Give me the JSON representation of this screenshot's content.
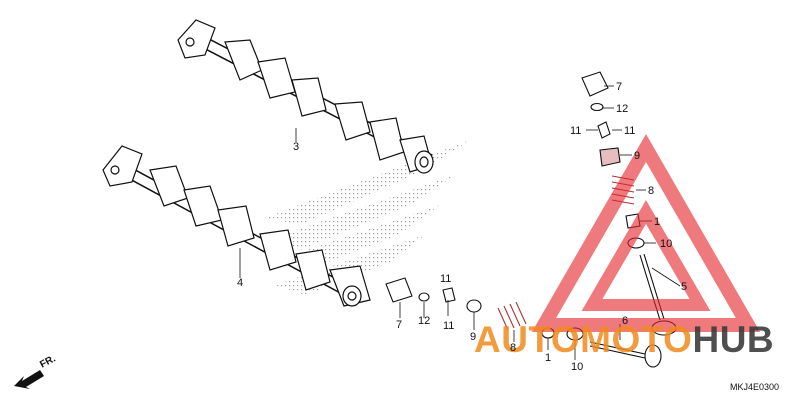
{
  "diagram": {
    "part_code": "MKJ4E0300",
    "front_label": "FR.",
    "callouts": [
      {
        "id": "upper-camshaft",
        "text": "3"
      },
      {
        "id": "lower-camshaft",
        "text": "4"
      },
      {
        "id": "tappet-top",
        "text": "7"
      },
      {
        "id": "shim-top",
        "text": "12"
      },
      {
        "id": "cotter-left-top",
        "text": "11"
      },
      {
        "id": "cotter-right-top",
        "text": "11"
      },
      {
        "id": "retainer-top",
        "text": "9"
      },
      {
        "id": "spring-top",
        "text": "8"
      },
      {
        "id": "seal-top",
        "text": "1"
      },
      {
        "id": "seat-top",
        "text": "10"
      },
      {
        "id": "valve-top",
        "text": "5"
      },
      {
        "id": "tappet-bottom",
        "text": "7"
      },
      {
        "id": "shim-bottom",
        "text": "12"
      },
      {
        "id": "cotter-a-bottom",
        "text": "11"
      },
      {
        "id": "cotter-b-bottom",
        "text": "11"
      },
      {
        "id": "retainer-bottom",
        "text": "9"
      },
      {
        "id": "spring-bottom",
        "text": "8"
      },
      {
        "id": "seal-bottom",
        "text": "1"
      },
      {
        "id": "seat-bottom",
        "text": "10"
      },
      {
        "id": "valve-bottom",
        "text": "6"
      }
    ]
  },
  "watermark": {
    "part_a": "AUTOMOTO",
    "part_b": "HUB",
    "color_a": "#f08a1e",
    "color_b": "#3c3c3c",
    "triangle_color": "#e6232a"
  }
}
